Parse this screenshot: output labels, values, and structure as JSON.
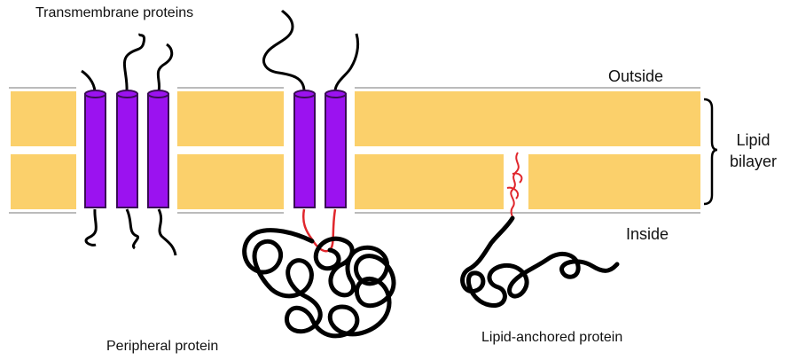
{
  "labels": {
    "transmembrane": "Transmembrane proteins",
    "outside": "Outside",
    "inside": "Inside",
    "lipid_line1": "Lipid",
    "lipid_line2": "bilayer",
    "peripheral": "Peripheral protein",
    "lipid_anchored": "Lipid-anchored protein"
  },
  "colors": {
    "lipid": "#FBD06B",
    "membrane_edge": "#BBBBBB",
    "protein": "#9B12F0",
    "protein_edge": "#3A0C55",
    "chain": "#000000",
    "anchor": "#E0262C"
  }
}
